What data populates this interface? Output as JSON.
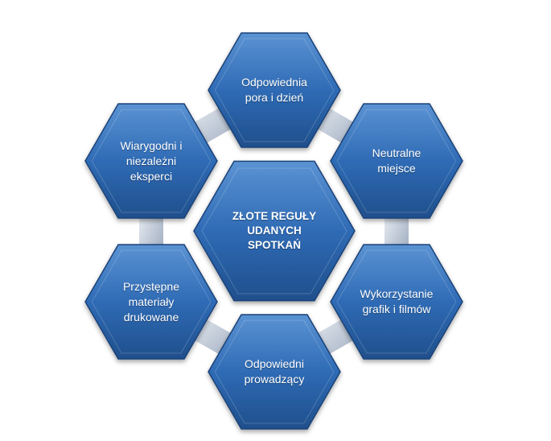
{
  "diagram": {
    "center": {
      "label": "ZŁOTE REGUŁY\nUDANYCH\nSPOTKAŃ"
    },
    "nodes": [
      {
        "label": "Odpowiednia\npora i dzień"
      },
      {
        "label": "Neutralne\nmiejsce"
      },
      {
        "label": "Wykorzystanie\ngrafik i filmów"
      },
      {
        "label": "Odpowiedni\nprowadzący"
      },
      {
        "label": "Przystępne\nmateriały\ndrukowane"
      },
      {
        "label": "Wiarygodni i\nniezależni\neksperci"
      }
    ]
  },
  "colors": {
    "hex_light": "#5b93d3",
    "hex_mid": "#2f6bb5",
    "hex_dark": "#1f4f8c",
    "hex_edge": "#1a4378",
    "connector_light": "#dde4ee",
    "connector_dark": "#9aa8bc"
  }
}
